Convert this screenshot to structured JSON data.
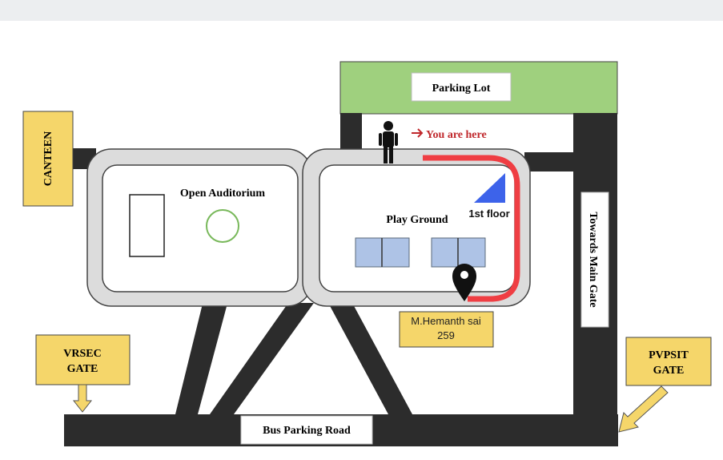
{
  "labels": {
    "parking_lot": "Parking Lot",
    "you_are_here": "You are here",
    "canteen": "CANTEEN",
    "open_auditorium": "Open Auditorium",
    "play_ground": "Play Ground",
    "first_floor": "1st floor",
    "towards_main_gate": "Towards Main Gate",
    "destination_line1": "M.Hemanth sai",
    "destination_line2": "259",
    "vrsec_gate_line1": "VRSEC",
    "vrsec_gate_line2": "GATE",
    "pvpsit_gate_line1": "PVPSIT",
    "pvpsit_gate_line2": "GATE",
    "bus_parking_road": "Bus Parking Road"
  },
  "icons": {
    "person": "person-icon",
    "arrow": "right-arrow-icon",
    "pin": "location-pin-icon"
  },
  "colors": {
    "road": "#2c2c2c",
    "parking": "#9fd07e",
    "label_box": "#f5d66a",
    "route": "#ef3e43",
    "arrow_text": "#c0282c",
    "court": "#aec3e6",
    "floor_marker": "#3d63ea",
    "circle": "#78b85a"
  }
}
